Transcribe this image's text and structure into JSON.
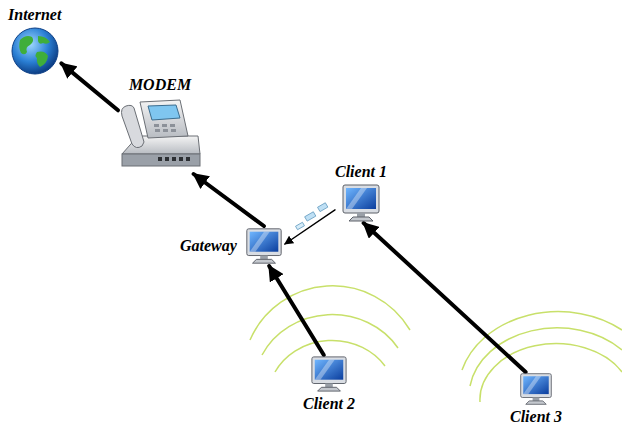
{
  "diagram": {
    "nodes": [
      {
        "text": [
          "Internet"
        ]
      },
      {
        "text": [
          "MODEM"
        ]
      },
      {
        "text": [
          "Client 1"
        ]
      },
      {
        "text": [
          "Gateway"
        ]
      },
      {
        "text": [
          "Client 2"
        ]
      },
      {
        "text": [
          "Client 3"
        ]
      }
    ],
    "edges": [
      {
        "from": 1,
        "to": 0,
        "arrow": "to"
      },
      {
        "from": 3,
        "to": 1,
        "arrow": "to"
      },
      {
        "from": 4,
        "to": 3,
        "arrow": "to"
      },
      {
        "from": 5,
        "to": 2,
        "arrow": "to"
      },
      {
        "from": 2,
        "to": 3,
        "arrow": "to"
      }
    ]
  }
}
